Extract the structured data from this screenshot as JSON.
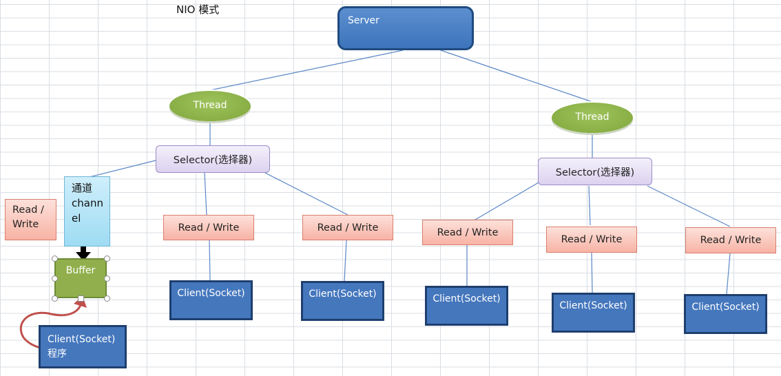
{
  "title": "NIO 模式",
  "server": {
    "label": "Server"
  },
  "threads": [
    {
      "label": "Thread"
    },
    {
      "label": "Thread"
    }
  ],
  "selectors": [
    {
      "label": "Selector(选择器)"
    },
    {
      "label": "Selector(选择器)"
    }
  ],
  "read_write": {
    "label": "Read / Write",
    "left_line1": "Read /",
    "left_line2": "Write"
  },
  "client": {
    "label": "Client(Socket)"
  },
  "channel": {
    "line1": "通道",
    "line2": "chann",
    "line3": "el"
  },
  "buffer": {
    "label": "Buffer"
  },
  "app_client": {
    "line1": "Client(Socket)",
    "line2": "程序"
  },
  "colors": {
    "server": "#3d74bb",
    "client": "#4577bd",
    "thread": "#8fb24a",
    "selector": "#e4dcf3",
    "read_write": "#f9c2b6",
    "channel": "#b4e4f6",
    "buffer": "#91b04d",
    "connector": "#5a86c5",
    "curved_arrow": "#c0504d"
  }
}
